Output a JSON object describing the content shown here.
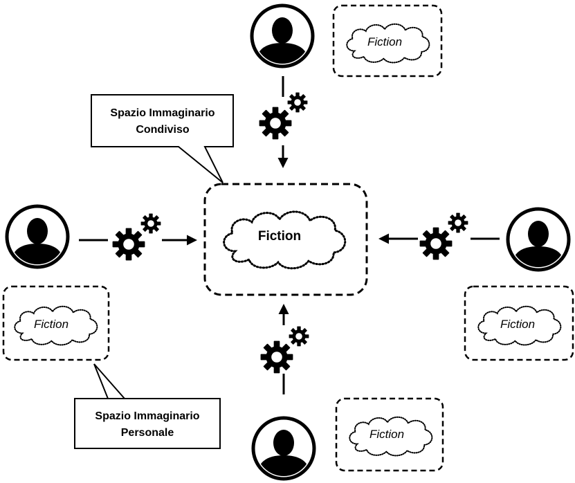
{
  "shared_space": {
    "callout_line1": "Spazio  Immaginario",
    "callout_line2": "Condiviso",
    "center_label": "Fiction"
  },
  "personal_space": {
    "callout_line1": "Spazio  Immaginario",
    "callout_line2": "Personale"
  },
  "personal_fictions": {
    "top": "Fiction",
    "left": "Fiction",
    "right": "Fiction",
    "bottom": "Fiction"
  },
  "icons": {
    "person": "user-avatar-icon",
    "gears": "gears-icon"
  },
  "colors": {
    "stroke": "#000000",
    "background": "#ffffff"
  }
}
